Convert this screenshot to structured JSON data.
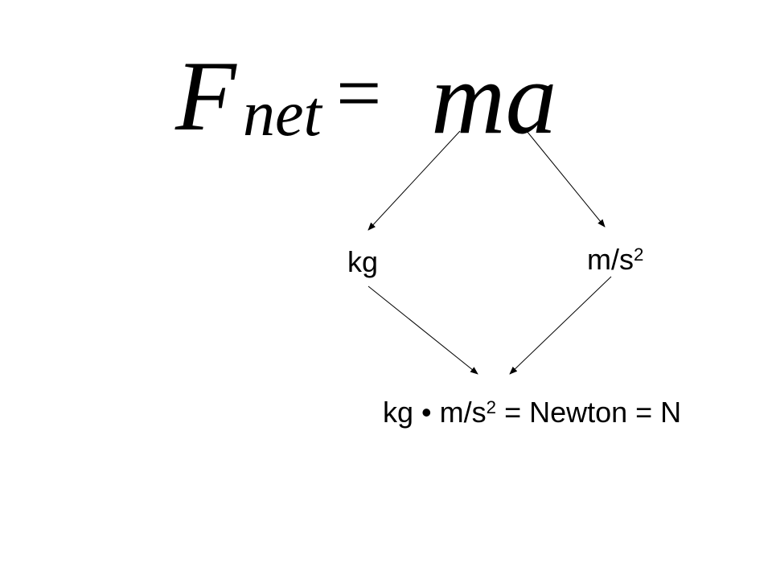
{
  "equation": {
    "lhs_symbol": "F",
    "lhs_subscript": "net",
    "operator": "=",
    "rhs": "ma"
  },
  "units": {
    "mass": {
      "base": "kg"
    },
    "acceleration": {
      "base": "m/s",
      "exponent": "2"
    }
  },
  "result": {
    "left": "kg",
    "dot": " • ",
    "middle": "m/s",
    "exponent": "2",
    "rest": " = Newton = N"
  },
  "colors": {
    "background": "#ffffff",
    "text": "#000000",
    "arrow": "#000000"
  }
}
